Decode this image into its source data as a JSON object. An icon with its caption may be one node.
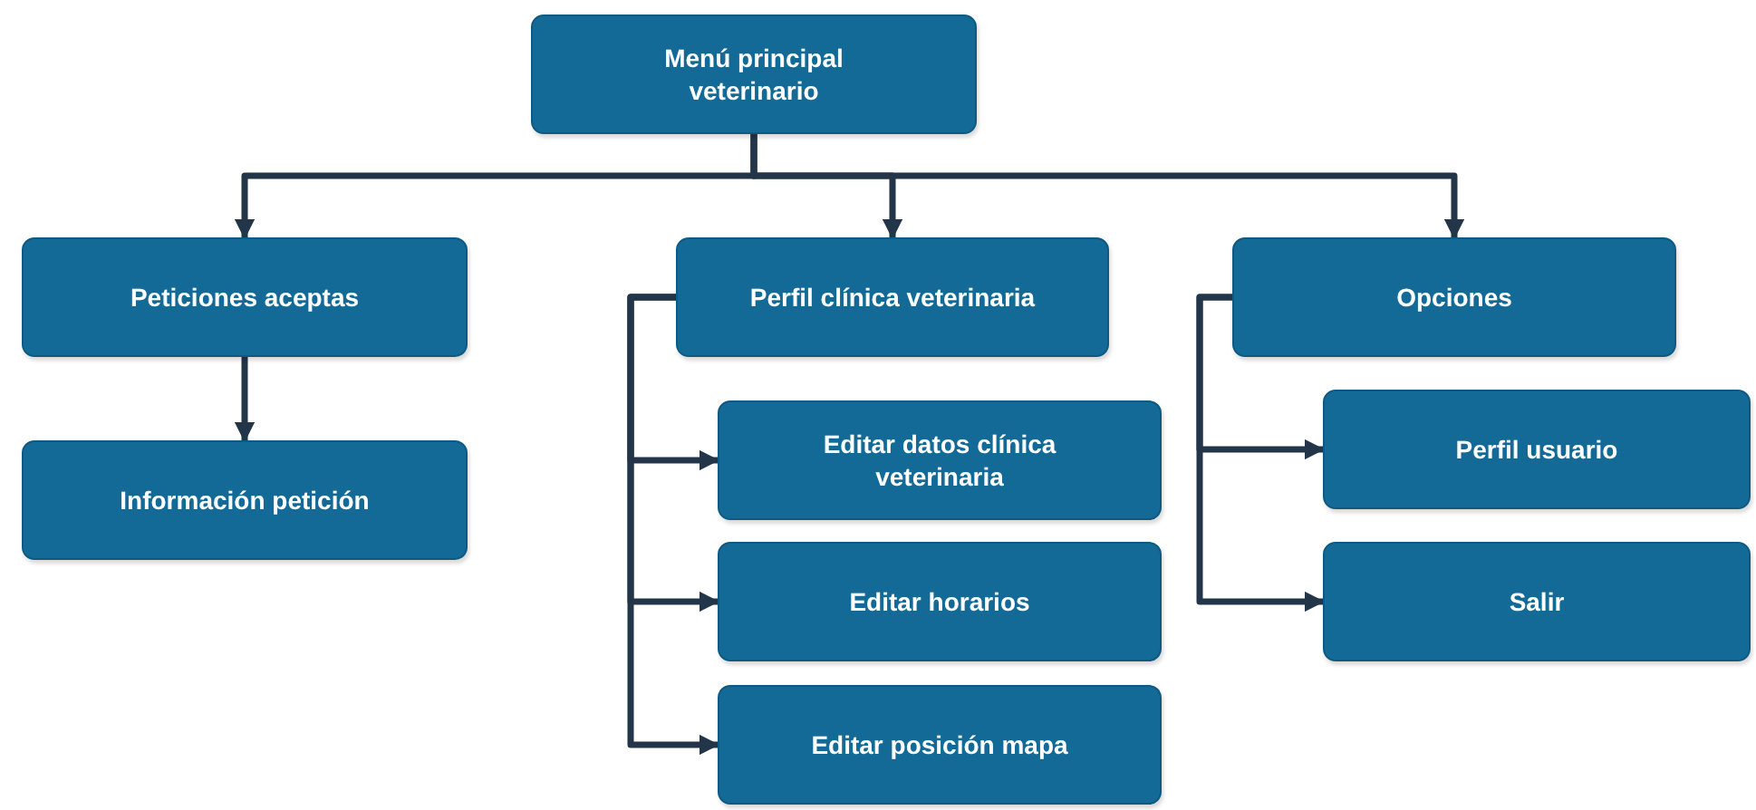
{
  "diagram": {
    "nodes": [
      {
        "text": [
          "Menú principal veterinario"
        ]
      },
      {
        "text": [
          "Peticiones aceptas"
        ]
      },
      {
        "text": [
          "Información petición"
        ]
      },
      {
        "text": [
          "Perfil clínica veterinaria"
        ]
      },
      {
        "text": [
          "Editar datos clínica veterinaria"
        ]
      },
      {
        "text": [
          "Editar horarios"
        ]
      },
      {
        "text": [
          "Editar posición mapa"
        ]
      },
      {
        "text": [
          "Opciones"
        ]
      },
      {
        "text": [
          "Perfil usuario"
        ]
      },
      {
        "text": [
          "Salir"
        ]
      }
    ],
    "edges": [
      {
        "from": 0,
        "to": 1,
        "arrow": "to"
      },
      {
        "from": 0,
        "to": 3,
        "arrow": "to"
      },
      {
        "from": 0,
        "to": 7,
        "arrow": "to"
      },
      {
        "from": 1,
        "to": 2,
        "arrow": "to"
      },
      {
        "from": 3,
        "to": 4,
        "arrow": "to"
      },
      {
        "from": 3,
        "to": 5,
        "arrow": "to"
      },
      {
        "from": 3,
        "to": 6,
        "arrow": "to"
      },
      {
        "from": 7,
        "to": 8,
        "arrow": "to"
      },
      {
        "from": 7,
        "to": 9,
        "arrow": "to"
      }
    ]
  }
}
